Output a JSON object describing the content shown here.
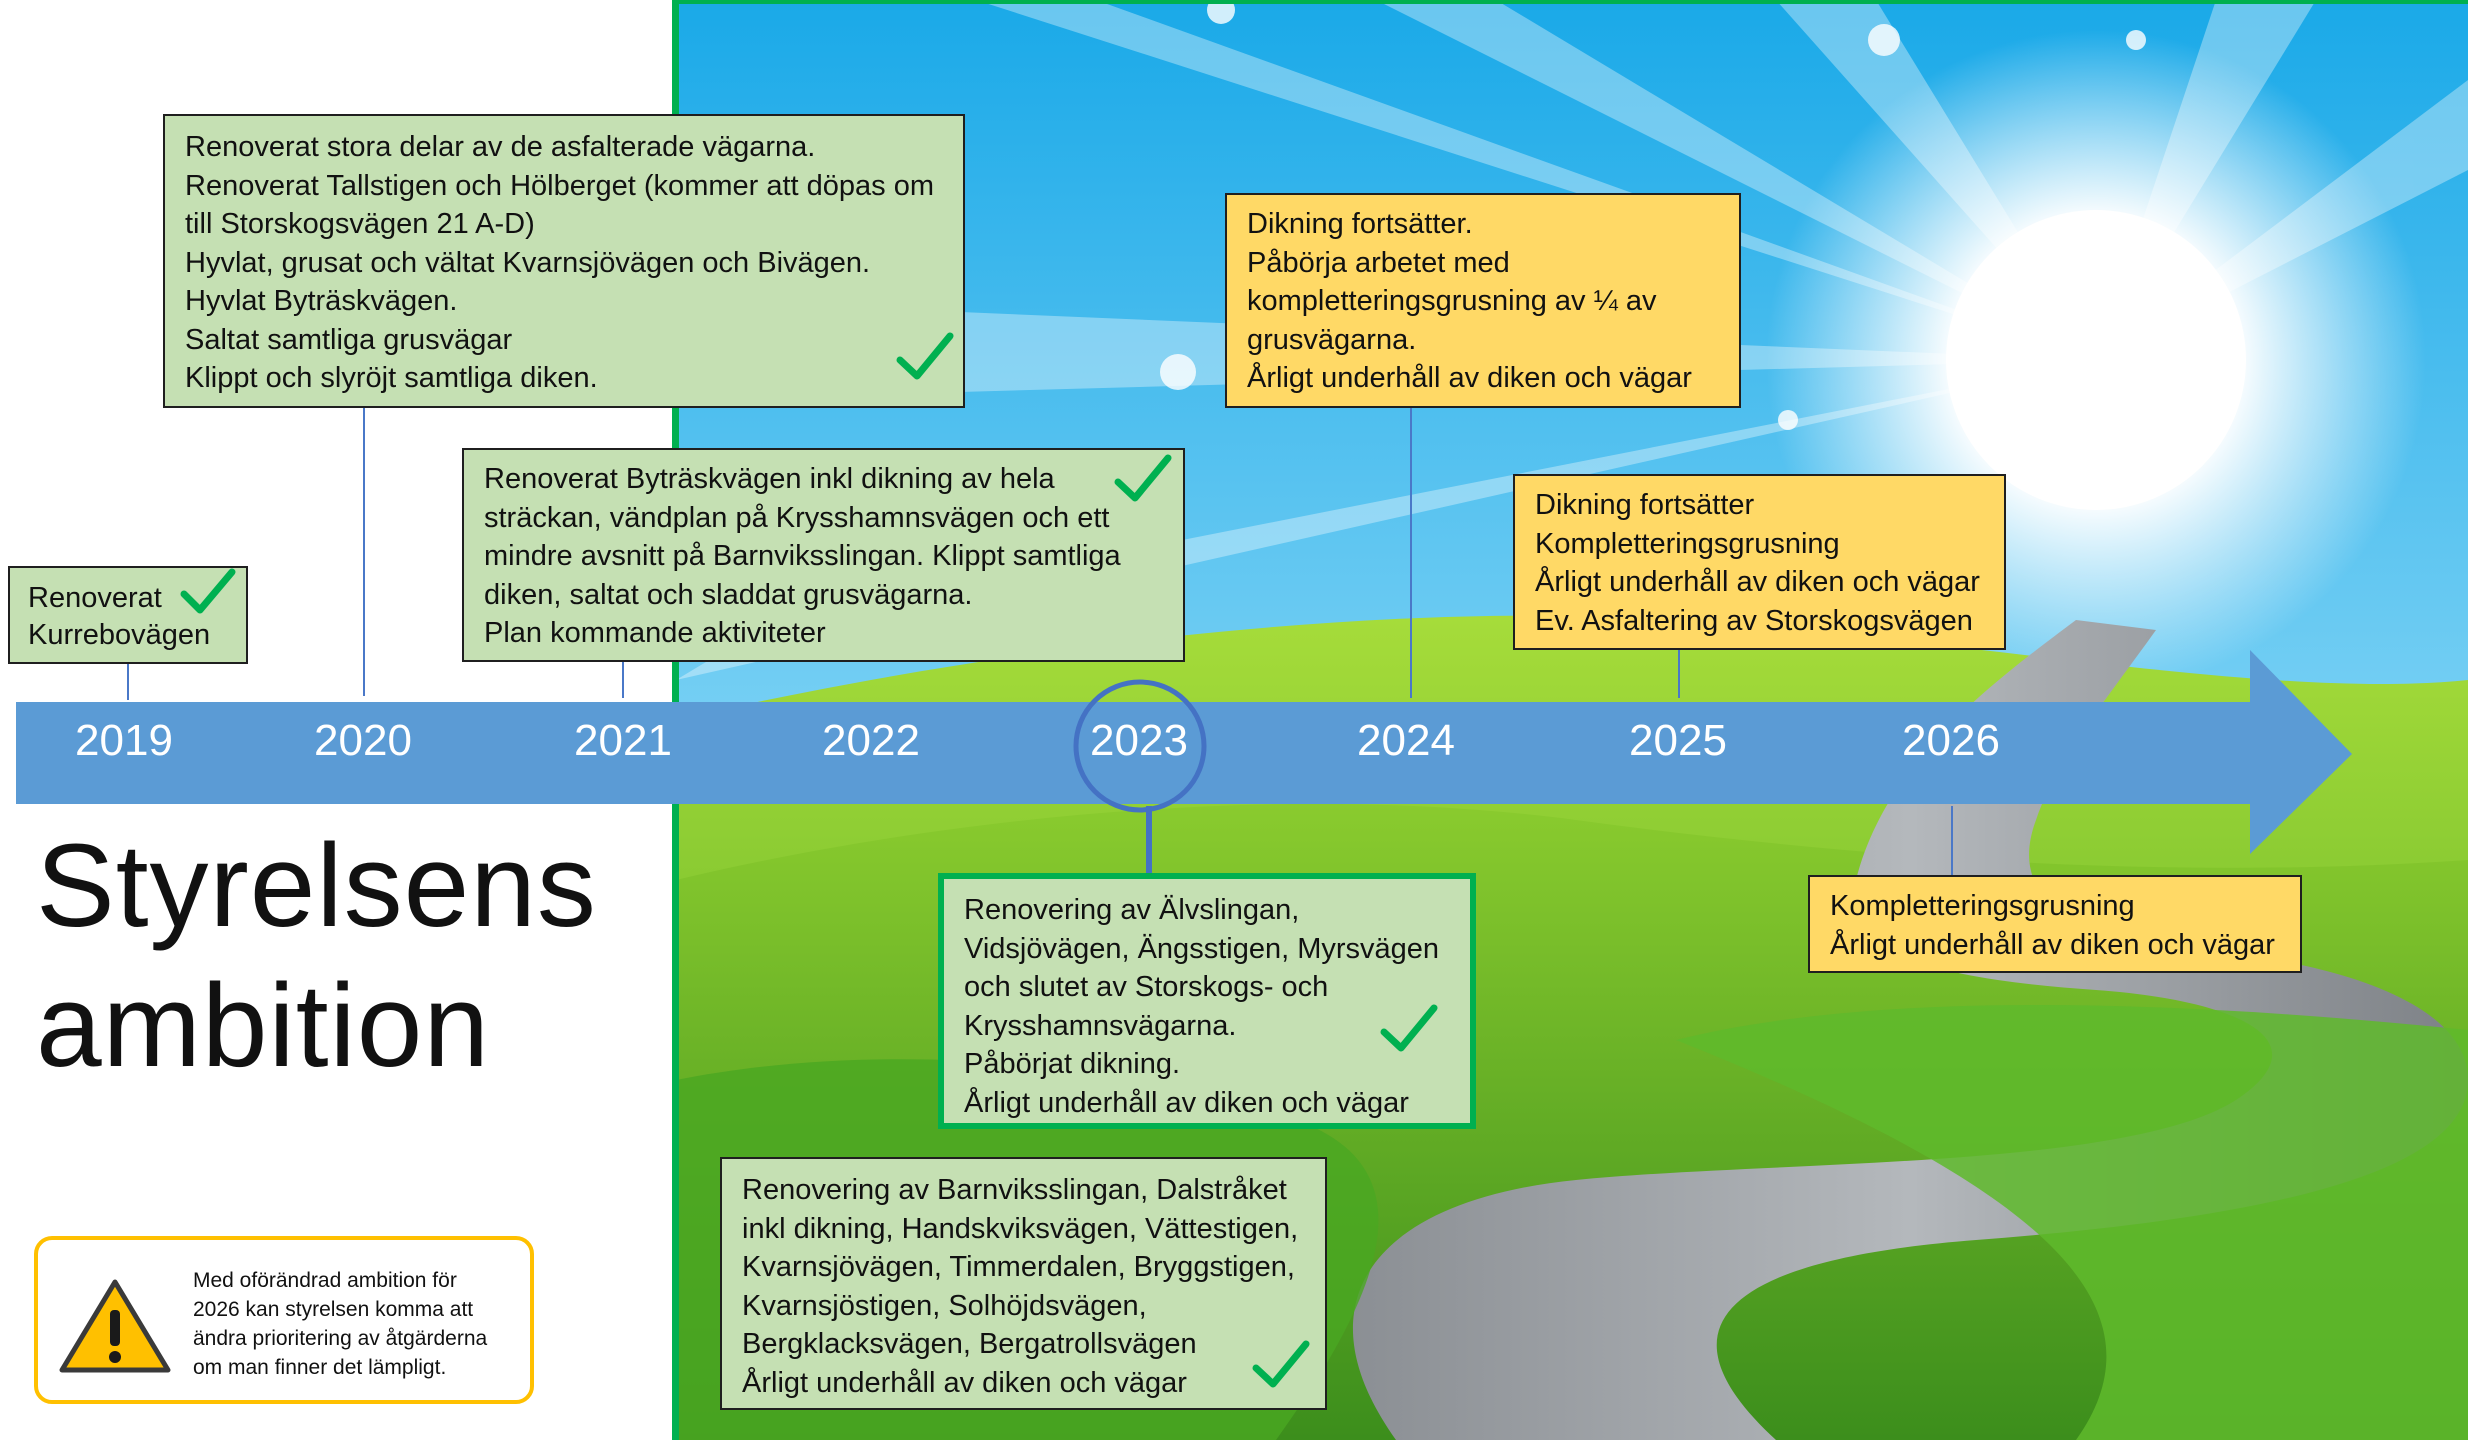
{
  "title": {
    "line1": "Styrelsens",
    "line2": "ambition"
  },
  "years": [
    "2019",
    "2020",
    "2021",
    "2022",
    "2023",
    "2024",
    "2025",
    "2026"
  ],
  "highlighted_year": "2023",
  "boxes": {
    "y2019": {
      "status": "done",
      "lines": [
        "Renoverat",
        "Kurrebovägen"
      ]
    },
    "y2020": {
      "status": "done",
      "lines": [
        "Renoverat stora delar av de asfalterade vägarna.",
        "Renoverat Tallstigen och Hölberget (kommer att döpas om",
        "till Storskogsvägen 21 A-D)",
        "Hyvlat, grusat och vältat Kvarnsjövägen och Bivägen.",
        "Hyvlat Byträskvägen.",
        "Saltat samtliga grusvägar",
        "Klippt och slyröjt samtliga diken."
      ]
    },
    "y2021": {
      "status": "done",
      "lines": [
        "Renoverat Byträskvägen inkl dikning av hela",
        "sträckan, vändplan på Krysshamnsvägen och ett",
        "mindre avsnitt på Barnviksslingan. Klippt samtliga",
        "diken, saltat och sladdat grusvägarna.",
        "Plan kommande aktiviteter"
      ]
    },
    "y2022": {
      "status": "done",
      "lines": [
        "Renovering av Barnviksslingan, Dalstråket",
        "inkl dikning, Handskviksvägen, Vättestigen,",
        "Kvarnsjövägen, Timmerdalen, Bryggstigen,",
        "Kvarnsjöstigen, Solhöjdsvägen,",
        "Bergklacksvägen, Bergatrollsvägen",
        "Årligt underhåll av diken och vägar"
      ]
    },
    "y2023": {
      "status": "done-current",
      "lines": [
        "Renovering av Älvslingan,",
        "Vidsjövägen, Ängsstigen, Myrsvägen",
        "och slutet av Storskogs- och",
        "Krysshamnsvägarna.",
        "Påbörjat dikning.",
        "Årligt underhåll av diken och vägar"
      ]
    },
    "y2024": {
      "status": "planned",
      "lines": [
        "Dikning fortsätter.",
        "Påbörja arbetet med",
        "kompletteringsgrusning av ¼ av",
        "grusvägarna.",
        "Årligt underhåll av diken och vägar"
      ]
    },
    "y2025": {
      "status": "planned",
      "lines": [
        "Dikning fortsätter",
        "Kompletteringsgrusning",
        "Årligt underhåll av diken och vägar",
        "Ev. Asfaltering av Storskogsvägen"
      ]
    },
    "y2026": {
      "status": "planned",
      "lines": [
        "Kompletteringsgrusning",
        "Årligt underhåll av diken och vägar"
      ]
    }
  },
  "note": {
    "lines": [
      "Med oförändrad ambition för",
      "2026 kan styrelsen komma att",
      "ändra prioritering av åtgärderna",
      "om man finner det lämpligt."
    ]
  },
  "colors": {
    "done_box": "#c5e0b3",
    "planned_box": "#ffd966",
    "arrow": "#5b9bd5",
    "divider": "#00b050",
    "check": "#00b050",
    "warning": "#ffc000"
  },
  "icons": {
    "check": "check-icon",
    "warning": "warning-icon"
  }
}
